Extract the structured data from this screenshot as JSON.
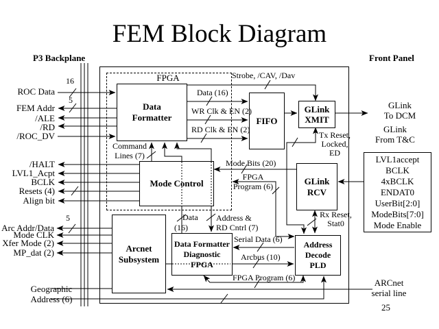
{
  "title": "FEM Block Diagram",
  "page_number": "25",
  "headers": {
    "left": "P3 Backplane",
    "right": "Front Panel"
  },
  "blocks": {
    "fpga_region": "FPGA",
    "data_formatter": [
      "Data",
      "Formatter"
    ],
    "fifo": "FIFO",
    "glink_xmit": [
      "GLink",
      "XMIT"
    ],
    "glink_rcv": [
      "GLink",
      "RCV"
    ],
    "mode_control": "Mode Control",
    "arcnet_subsystem": [
      "Arcnet",
      "Subsystem"
    ],
    "df_diagnostic_fpga": [
      "Data Formatter",
      "Diagnostic",
      "FPGA"
    ],
    "address_decode_pld": [
      "Address",
      "Decode",
      "PLD"
    ],
    "front_panel_signals": [
      "LVL1accept",
      "BCLK",
      "4xBCLK",
      "ENDAT0",
      "UserBit[2:0]",
      "ModeBits[7:0]",
      "Mode Enable"
    ]
  },
  "left_signals": {
    "roc_data": "ROC Data",
    "roc_data_width": "16",
    "fem_addr": "FEM Addr",
    "fem_addr_width": "5",
    "ale": "/ALE",
    "rd": "/RD",
    "roc_dv": "/ROC_DV",
    "halt": "/HALT",
    "lvl1_acpt": "LVL1_Acpt",
    "bclk": "BCLK",
    "resets": "Resets (4)",
    "align_bit": "Align bit",
    "arc_addr_data": "Arc Addr/Data",
    "arc_width": "5",
    "mode_clk": "Mode CLK",
    "xfer_mode": "Xfer Mode (2)",
    "mp_dat": "MP_dat (2)",
    "geographic": [
      "Geographic",
      "Address (6)"
    ]
  },
  "wire_labels": {
    "strobe": "Strobe, /CAV, /Dav",
    "data16": "Data (16)",
    "wr_clk": "WR Clk & EN (2)",
    "rd_clk": "RD Clk & EN (2)",
    "command_lines": [
      "Command",
      "Lines (7)"
    ],
    "mode_bits": "Mode Bits (20)",
    "fpga_program_upper": [
      "FPGA",
      "Program (6)"
    ],
    "data16_lower": [
      "Data",
      "(16)"
    ],
    "addr_rd_cntrl": [
      "Address &",
      "RD Cntrl (7)"
    ],
    "serial_data": "Serial Data (6)",
    "arcbus": "Arcbus (10)",
    "fpga_program_lower": "FPGA Program (6)",
    "tx_reset": [
      "Tx Reset,",
      "Locked,",
      "ED"
    ],
    "rx_reset": [
      "Rx Reset,",
      "Stat0"
    ]
  },
  "right_labels": {
    "glink_to_dcm": [
      "GLink",
      "To DCM"
    ],
    "glink_from_tc": [
      "GLink",
      "From T&C"
    ],
    "arcnet_serial": [
      "ARCnet",
      "serial line"
    ]
  }
}
